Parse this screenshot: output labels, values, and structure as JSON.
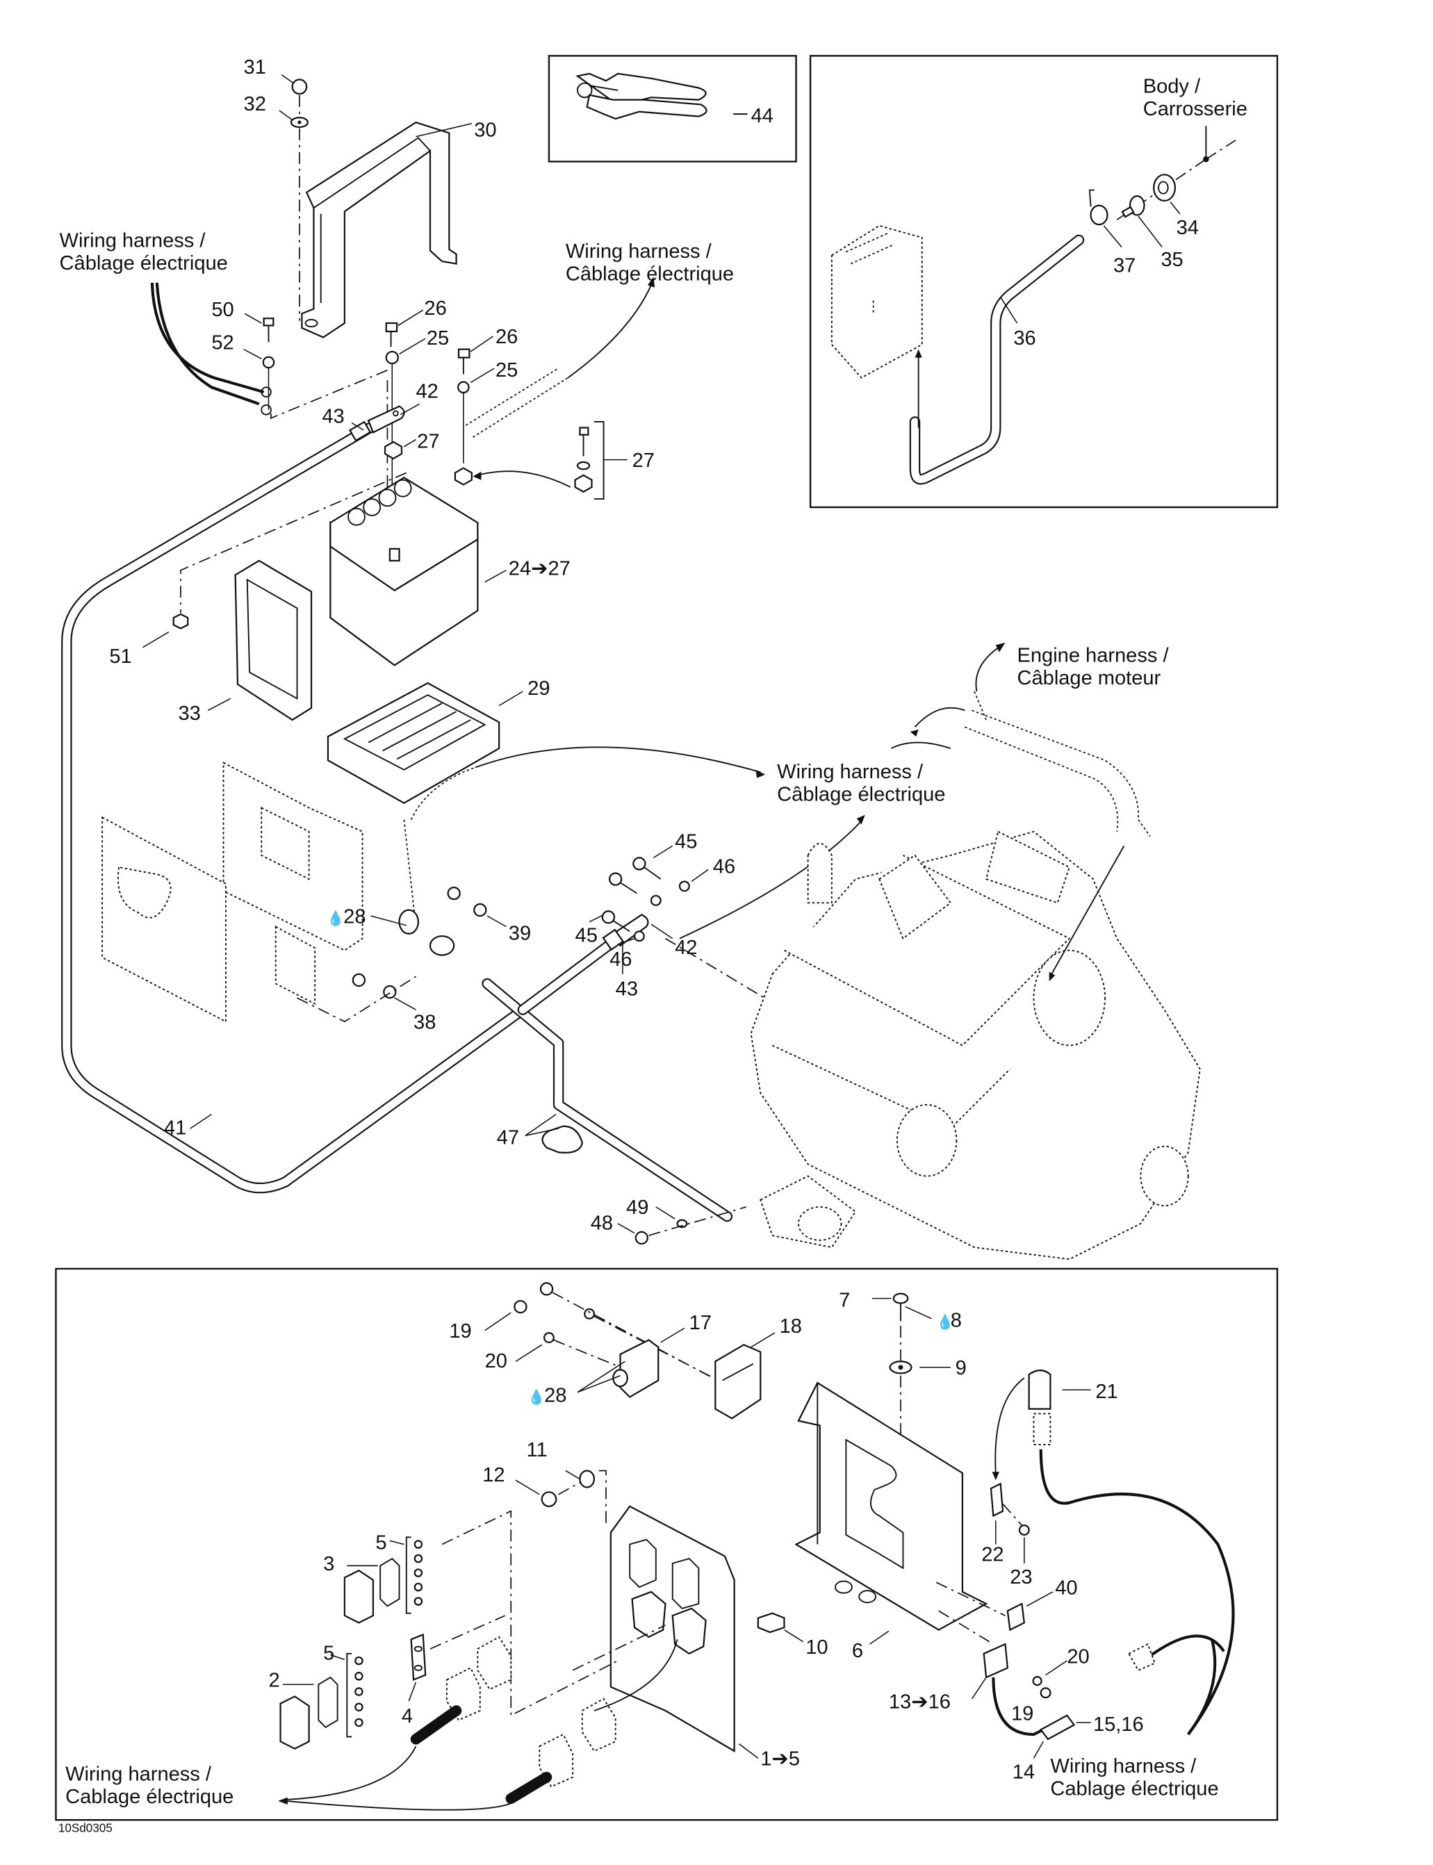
{
  "figure": {
    "title": "Electrical system exploded parts diagram",
    "drawing_code": "10Sd0305"
  },
  "labels": {
    "wiring_harness_a": [
      "Wiring harness /",
      "Câblage électrique"
    ],
    "wiring_harness_b": [
      "Wiring harness /",
      "Câblage électrique"
    ],
    "wiring_harness_c": [
      "Wiring harness /",
      "Câblage électrique"
    ],
    "wiring_harness_d": [
      "Wiring harness /",
      "Cablage électrique"
    ],
    "wiring_harness_e": [
      "Wiring harness /",
      "Cablage électrique"
    ],
    "engine_harness": [
      "Engine harness /",
      "Câblage moteur"
    ],
    "body": [
      "Body /",
      "Carrosserie"
    ]
  },
  "callouts": {
    "top_section": [
      "31",
      "32",
      "30",
      "50",
      "52",
      "26",
      "25",
      "26",
      "25",
      "42",
      "43",
      "27",
      "27",
      "24➔27",
      "51",
      "33",
      "29",
      "41",
      "45",
      "46",
      "45",
      "46",
      "42",
      "43",
      "28",
      "39",
      "38",
      "47",
      "48",
      "49"
    ],
    "tool_inset": [
      "44"
    ],
    "ground_inset": [
      "34",
      "35",
      "37",
      "36"
    ],
    "module_section": [
      "19",
      "20",
      "17",
      "18",
      "28",
      "7",
      "8",
      "9",
      "21",
      "11",
      "12",
      "5",
      "3",
      "5",
      "2",
      "4",
      "10",
      "6",
      "22",
      "23",
      "40",
      "20",
      "19",
      "1➔5",
      "13➔16",
      "15,16",
      "14"
    ]
  },
  "symbols": {
    "sealant_icon": "💧"
  }
}
